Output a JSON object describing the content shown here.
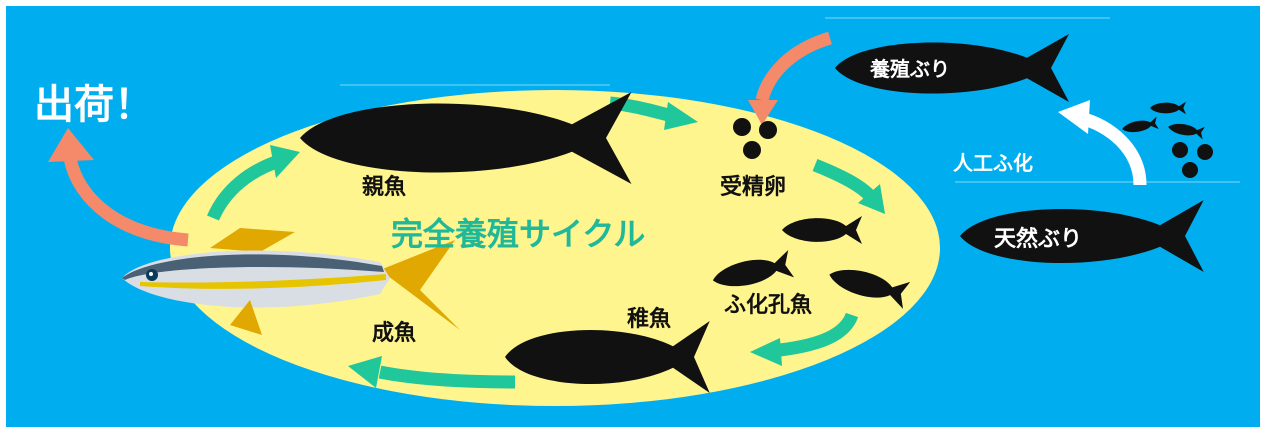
{
  "title": "完全養殖サイクル",
  "shipment_label": "出荷！",
  "stages": {
    "parent_fish": "親魚",
    "fertilized_eggs": "受精卵",
    "hatched_larvae": "ふ化孔魚",
    "juvenile_fish": "稚魚",
    "adult_fish": "成魚"
  },
  "outside": {
    "farmed_yellowtail": "養殖ぶり",
    "wild_yellowtail": "天然ぶり",
    "artificial_hatching": "人工ふ化"
  },
  "colors": {
    "sea": "#00aeef",
    "ellipse": "#fff58e",
    "cycle_arrow": "#1fc79a",
    "shipment_arrow": "#f48a6a",
    "title_text": "#1fb99a",
    "hatching_arrow": "#ffffff"
  }
}
